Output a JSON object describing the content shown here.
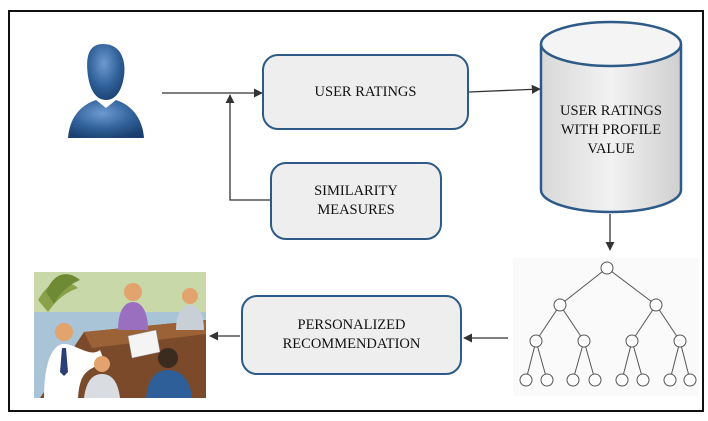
{
  "diagram": {
    "nodes": {
      "user_ratings": "USER RATINGS",
      "similarity_measures": "SIMILARITY\nMEASURES",
      "database": "USER RATINGS\nWITH PROFILE\nVALUE",
      "personalized_recommendation": "PERSONALIZED\nRECOMMENDATION"
    },
    "icons": {
      "user": "user-silhouette-icon",
      "database": "database-cylinder-icon",
      "tree": "binary-tree-icon",
      "meeting": "meeting-clipart-image"
    },
    "colors": {
      "box_border": "#2d5a88",
      "box_fill": "#eeeeee",
      "user_icon": "#2f5f98",
      "tree_stroke": "#555555"
    },
    "edges": [
      {
        "from": "user",
        "to": "user_ratings"
      },
      {
        "from": "user_ratings",
        "to": "database"
      },
      {
        "from": "database",
        "to": "tree"
      },
      {
        "from": "tree",
        "to": "personalized_recommendation"
      },
      {
        "from": "personalized_recommendation",
        "to": "meeting"
      },
      {
        "from": "similarity_measures",
        "to": "user_ratings_input"
      }
    ]
  }
}
